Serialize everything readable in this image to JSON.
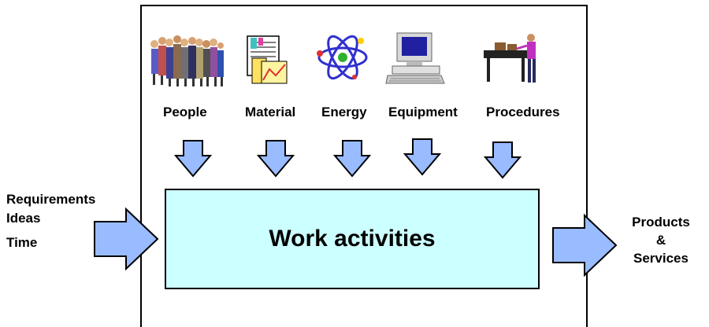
{
  "inputs": {
    "lines": [
      "Requirements",
      "Ideas",
      "Time"
    ]
  },
  "resources": [
    {
      "label": "People",
      "icon": "people-clipart-icon"
    },
    {
      "label": "Material",
      "icon": "material-clipart-icon"
    },
    {
      "label": "Energy",
      "icon": "atom-energy-icon"
    },
    {
      "label": "Equipment",
      "icon": "computer-equipment-icon"
    },
    {
      "label": "Procedures",
      "icon": "worker-procedures-icon"
    }
  ],
  "process": {
    "title": "Work activities"
  },
  "outputs": {
    "lines": [
      "Products",
      "&",
      "Services"
    ]
  },
  "colors": {
    "arrow_fill": "#99bbff",
    "box_fill": "#ccffff",
    "stroke": "#000000"
  }
}
